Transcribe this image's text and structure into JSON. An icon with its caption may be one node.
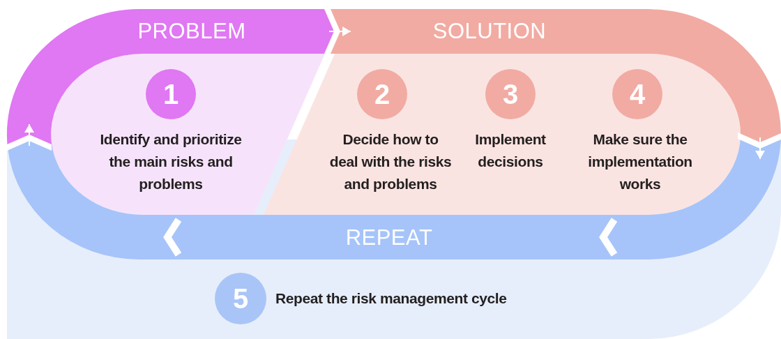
{
  "diagram": {
    "nodes": [
      {
        "text": [
          "PROBLEM"
        ]
      },
      {
        "text": [
          "SOLUTION"
        ]
      },
      {
        "text": [
          "REPEAT"
        ]
      },
      {
        "text": [
          "1",
          "Identify and prioritize the main risks and problems"
        ],
        "in": 0
      },
      {
        "text": [
          "2",
          "Decide how to deal with the risks and problems"
        ],
        "in": 1
      },
      {
        "text": [
          "3",
          "Implement decisions"
        ],
        "in": 1
      },
      {
        "text": [
          "4",
          "Make sure the implementation works"
        ],
        "in": 1
      },
      {
        "text": [
          "5",
          "Repeat the risk management cycle"
        ]
      }
    ],
    "edges": [
      {
        "from": 0,
        "to": 1,
        "arrow": "to"
      },
      {
        "from": 1,
        "to": 2,
        "arrow": "to"
      },
      {
        "from": 2,
        "to": 0,
        "arrow": "to"
      }
    ]
  }
}
